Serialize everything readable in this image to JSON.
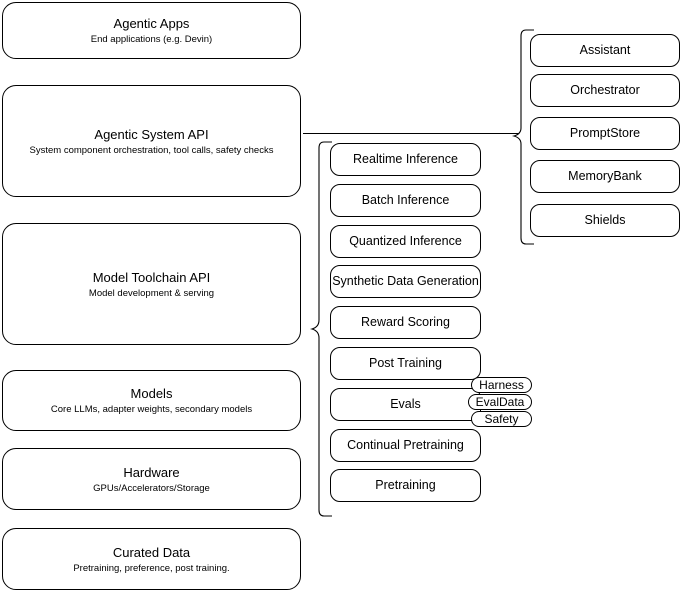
{
  "diagram": {
    "title": "AI stack layered architecture diagram",
    "stroke_color": "#000000",
    "background_color": "#ffffff"
  },
  "stack_layers": [
    {
      "id": "agentic-apps",
      "title": "Agentic Apps",
      "subtitle": "End applications (e.g. Devin)"
    },
    {
      "id": "agentic-system-api",
      "title": "Agentic System API",
      "subtitle": "System component orchestration, tool calls, safety checks"
    },
    {
      "id": "model-toolchain-api",
      "title": "Model Toolchain API",
      "subtitle": "Model development & serving"
    },
    {
      "id": "models",
      "title": "Models",
      "subtitle": "Core LLMs, adapter weights, secondary models"
    },
    {
      "id": "hardware",
      "title": "Hardware",
      "subtitle": "GPUs/Accelerators/Storage"
    },
    {
      "id": "curated-data",
      "title": "Curated Data",
      "subtitle": "Pretraining, preference, post training."
    }
  ],
  "toolchain_components": [
    {
      "id": "realtime-inference",
      "label": "Realtime Inference"
    },
    {
      "id": "batch-inference",
      "label": "Batch Inference"
    },
    {
      "id": "quantized-inference",
      "label": "Quantized Inference"
    },
    {
      "id": "synthetic-data-generation",
      "label": "Synthetic Data Generation"
    },
    {
      "id": "reward-scoring",
      "label": "Reward Scoring"
    },
    {
      "id": "post-training",
      "label": "Post Training"
    },
    {
      "id": "evals",
      "label": "Evals"
    },
    {
      "id": "continual-pretraining",
      "label": "Continual Pretraining"
    },
    {
      "id": "pretraining",
      "label": "Pretraining"
    }
  ],
  "evals_tags": [
    {
      "id": "harness",
      "label": "Harness"
    },
    {
      "id": "evaldata",
      "label": "EvalData"
    },
    {
      "id": "safety",
      "label": "Safety"
    }
  ],
  "system_components": [
    {
      "id": "assistant",
      "label": "Assistant"
    },
    {
      "id": "orchestrator",
      "label": "Orchestrator"
    },
    {
      "id": "promptstore",
      "label": "PromptStore"
    },
    {
      "id": "memorybank",
      "label": "MemoryBank"
    },
    {
      "id": "shields",
      "label": "Shields"
    }
  ]
}
